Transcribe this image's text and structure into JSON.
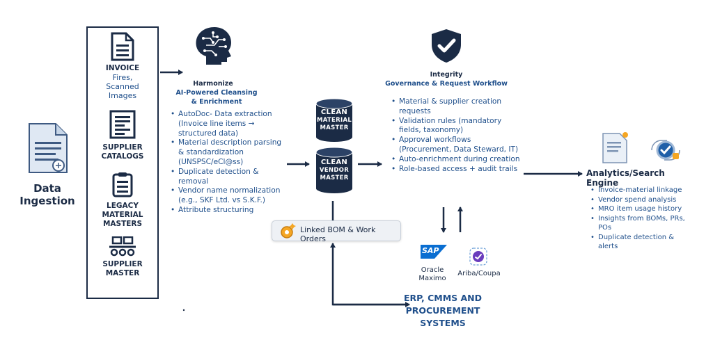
{
  "ingestion": {
    "label": "Data Ingestion"
  },
  "sources": [
    {
      "title": "INVOICE",
      "subtitle": "Fires, Scanned Images",
      "icon": "document-icon"
    },
    {
      "title": "SUPPLIER CATALOGS",
      "subtitle": "",
      "icon": "catalog-icon"
    },
    {
      "title": "LEGACY MATERIAL MASTERS",
      "subtitle": "",
      "icon": "clipboard-icon"
    },
    {
      "title": "SUPPLIER MASTER",
      "subtitle": "",
      "icon": "org-chart-icon"
    }
  ],
  "harmonize": {
    "title": "Harmonize",
    "subtitle": "AI-Powered Cleansing & Enrichment",
    "bullets": [
      "AutoDoc- Data extraction (Invoice line items → structured data)",
      "Material description parsing & standardization (UNSPSC/eCl@ss)",
      "Duplicate detection & removal",
      "Vendor name normalization (e.g., SKF Ltd. vs S.K.F.)",
      "Attribute structuring"
    ]
  },
  "masters": {
    "material": {
      "line1": "CLEAN",
      "line2": "MATERIAL",
      "line3": "MASTER"
    },
    "vendor": {
      "line1": "CLEAN",
      "line2": "VENDOR",
      "line3": "MASTER"
    }
  },
  "linked": {
    "label": "Linked BOM & Work Orders"
  },
  "integrity": {
    "title": "Integrity",
    "subtitle": "Governance & Request Workflow",
    "bullets": [
      "Material & supplier creation requests",
      "Validation rules (mandatory fields, taxonomy)",
      "Approval workflows (Procurement, Data Steward, IT)",
      "Auto-enrichment during creation",
      "Role-based access + audit trails"
    ]
  },
  "erp": {
    "sap_logo": "SAP",
    "oracle_label": "Oracle\nMaximo",
    "ariba_label": "Ariba/Coupa",
    "title": "ERP, CMMS AND PROCUREMENT SYSTEMS"
  },
  "analytics": {
    "title": "Analytics/Search Engine",
    "bullets": [
      "Invoice-material linkage",
      "Vendor spend analysis",
      "MRO item usage history",
      "Insights from BOMs, PRs, POs",
      "Duplicate detection & alerts"
    ]
  },
  "colors": {
    "navy": "#1b2b45",
    "blue": "#1f4f8b",
    "orange": "#f5a623",
    "sap_blue": "#0a6ed1",
    "purple": "#6a3dbd"
  }
}
